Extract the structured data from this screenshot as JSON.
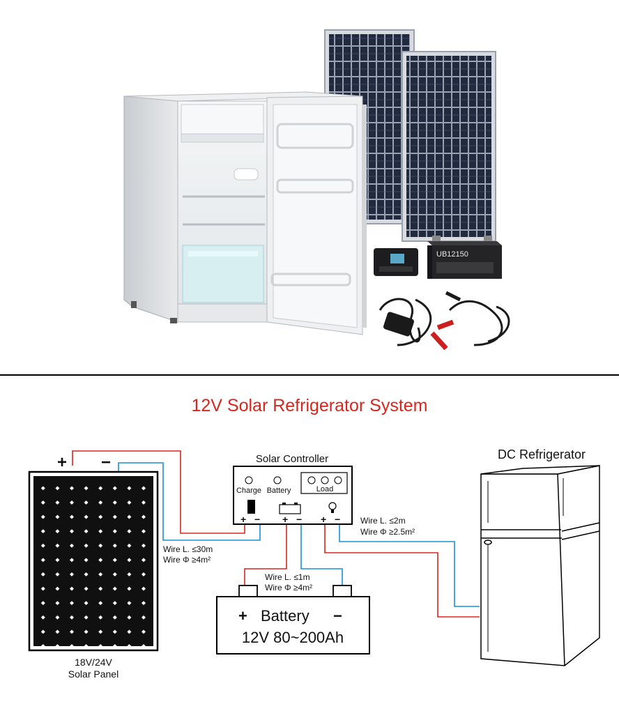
{
  "diagram_title": "12V Solar Refrigerator System",
  "photo": {
    "battery_label": "UB12150"
  },
  "solar_panel": {
    "plus": "+",
    "minus": "−",
    "label_line1": "18V/24V",
    "label_line2": "Solar Panel"
  },
  "controller": {
    "title": "Solar Controller",
    "indicators": [
      "Charge",
      "Battery"
    ],
    "load_label": "Load",
    "terminal_plus": "+",
    "terminal_minus": "−"
  },
  "battery": {
    "name": "Battery",
    "plus": "+",
    "minus": "−",
    "spec": "12V 80~200Ah"
  },
  "refrigerator": {
    "title": "DC Refrigerator"
  },
  "wires": {
    "panel_length": "Wire L. ≤30m",
    "panel_gauge": "Wire Φ ≥4m²",
    "battery_length": "Wire L. ≤1m",
    "battery_gauge": "Wire Φ ≥4m²",
    "load_length": "Wire L. ≤2m",
    "load_gauge": "Wire Φ ≥2.5m²"
  },
  "colors": {
    "positive_wire": "#d7261e",
    "negative_wire": "#1a8fd6",
    "title": "#d7261e",
    "cell": "#101010",
    "divider": "#000000"
  }
}
